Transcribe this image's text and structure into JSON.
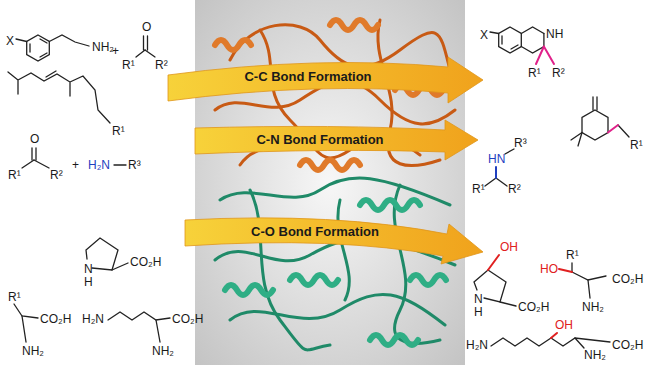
{
  "diagram": {
    "nodes": [
      {
        "text": [
          "C-C Bond Formation"
        ]
      },
      {
        "text": [
          "C-N Bond Formation"
        ]
      },
      {
        "text": [
          "C-O Bond Formation"
        ]
      }
    ],
    "labels": [
      "X",
      "NH₂",
      "+",
      "O",
      "R¹",
      "R²",
      "R¹",
      "X",
      "NH",
      "R¹",
      "R²",
      "R¹",
      "O",
      "R¹",
      "R²",
      "+",
      "H₂N",
      "R³",
      "HN",
      "R³",
      "R¹",
      "R²",
      "N",
      "H",
      "CO₂H",
      "R¹",
      "CO₂H",
      "NH₂",
      "H₂N",
      "CO₂H",
      "NH₂",
      "OH",
      "N",
      "H",
      "CO₂H",
      "HO",
      "R¹",
      "CO₂H",
      "NH₂",
      "H₂N",
      "OH",
      "CO₂H",
      "NH₂"
    ]
  }
}
